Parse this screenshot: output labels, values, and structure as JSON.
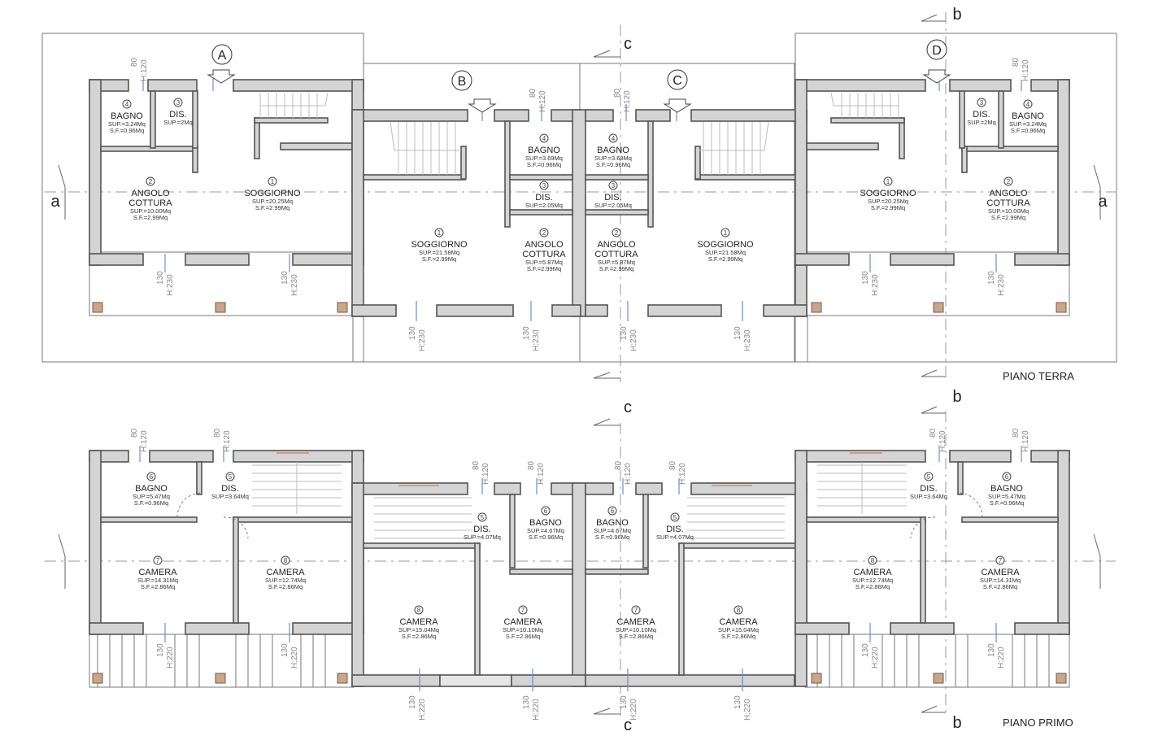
{
  "labels": {
    "piano_terra": "PIANO TERRA",
    "piano_primo": "PIANO PRIMO",
    "sections": {
      "a": "a",
      "b": "b",
      "c": "c"
    },
    "units": {
      "A": "A",
      "B": "B",
      "C": "C",
      "D": "D"
    }
  },
  "dims": {
    "w80": "80",
    "h120": "H:120",
    "w130": "130",
    "h230": "H:230",
    "h220": "H:220"
  },
  "piano_terra_rooms": [
    {
      "n": "4",
      "name": "BAGNO",
      "sup": "SUP.=3.24Mq",
      "sf": "S.F.=0.96Mq"
    },
    {
      "n": "3",
      "name": "DIS.",
      "sup": "SUP.=2Mq",
      "sf": ""
    },
    {
      "n": "2",
      "name": "ANGOLO",
      "name2": "COTTURA",
      "sup": "SUP.=10.00Mq",
      "sf": "S.F.=2.99Mq"
    },
    {
      "n": "1",
      "name": "SOGGIORNO",
      "sup": "SUP.=20.25Mq",
      "sf": "S.F.=2.99Mq"
    },
    {
      "n": "4",
      "name": "BAGNO",
      "sup": "SUP.=3.69Mq",
      "sf": "S.F.=0.96Mq"
    },
    {
      "n": "3",
      "name": "DIS.",
      "sup": "SUP.=2.05Mq",
      "sf": ""
    },
    {
      "n": "1",
      "name": "SOGGIORNO",
      "sup": "SUP.=21.58Mq",
      "sf": "S.F.=2.99Mq"
    },
    {
      "n": "2",
      "name": "ANGOLO",
      "name2": "COTTURA",
      "sup": "SUP.=5.87Mq",
      "sf": "S.F.=2.99Mq"
    }
  ],
  "piano_primo_rooms": [
    {
      "n": "6",
      "name": "BAGNO",
      "sup": "SUP.=5.47Mq",
      "sf": "S.F.=0.96Mq"
    },
    {
      "n": "5",
      "name": "DIS.",
      "sup": "SUP.=3.64Mq",
      "sf": ""
    },
    {
      "n": "7",
      "name": "CAMERA",
      "sup": "SUP.=14.31Mq",
      "sf": "S.F.=2.86Mq"
    },
    {
      "n": "8",
      "name": "CAMERA",
      "sup": "SUP.=12.74Mq",
      "sf": "S.F.=2.86Mq"
    },
    {
      "n": "5",
      "name": "DIS.",
      "sup": "SUP.=4.07Mq",
      "sf": ""
    },
    {
      "n": "6",
      "name": "BAGNO",
      "sup": "SUP.=4.67Mq",
      "sf": "S.F.=0.96Mq"
    },
    {
      "n": "8",
      "name": "CAMERA",
      "sup": "SUP.=15.04Mq",
      "sf": "S.F.=2.86Mq"
    },
    {
      "n": "7",
      "name": "CAMERA",
      "sup": "SUP.=10.10Mq",
      "sf": "S.F.=2.86Mq"
    }
  ]
}
